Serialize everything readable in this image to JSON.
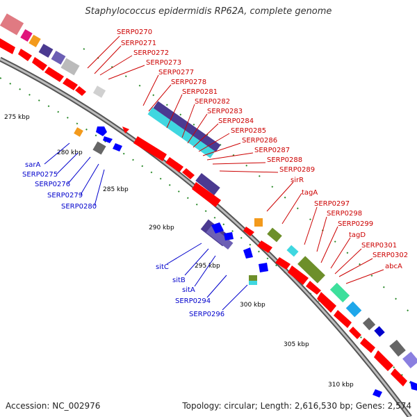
{
  "title": "Staphylococcus epidermidis RP62A, complete genome",
  "footer": {
    "accession": "Accession: NC_002976",
    "summary": "Topology: circular; Length: 2,616,530 bp; Genes: 2,574"
  },
  "colors": {
    "forward_labels": "#cc0000",
    "reverse_labels": "#0000cc",
    "cds": "#ff0000",
    "reverse_cds": "#0000ff",
    "backbone": "#888888",
    "tick": "#228b22"
  },
  "scale_ticks": [
    "275 kbp",
    "280 kbp",
    "285 kbp",
    "290 kbp",
    "295 kbp",
    "300 kbp",
    "305 kbp",
    "310 kbp"
  ],
  "forward_genes": [
    "SERP0270",
    "SERP0271",
    "SERP0272",
    "SERP0273",
    "SERP0277",
    "SERP0278",
    "SERP0281",
    "SERP0282",
    "SERP0283",
    "SERP0284",
    "SERP0285",
    "SERP0286",
    "SERP0287",
    "SERP0288",
    "SERP0289",
    "sirR",
    "tagA",
    "SERP0297",
    "SERP0298",
    "SERP0299",
    "tagD",
    "SERP0301",
    "SERP0302",
    "abcA"
  ],
  "reverse_genes": [
    "sarA",
    "SERP0275",
    "SERP0276",
    "SERP0279",
    "SERP0280",
    "sitC",
    "sitB",
    "sitA",
    "SERP0294",
    "SERP0296"
  ]
}
